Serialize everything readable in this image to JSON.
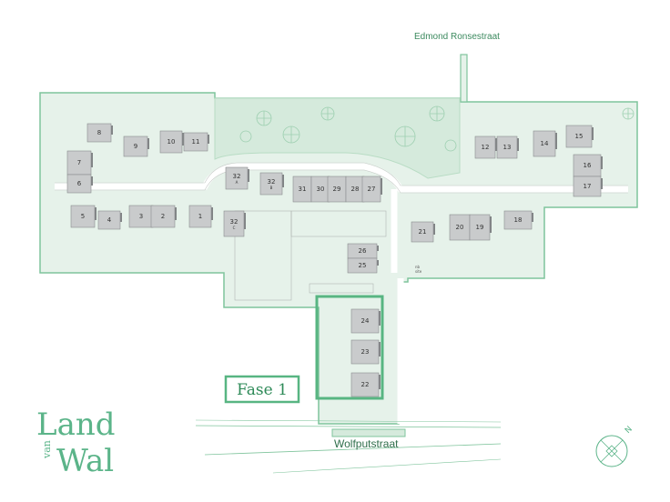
{
  "streets": {
    "north": "Edmond Ronsestraat",
    "south": "Wolfputstraat"
  },
  "phase": {
    "label": "Fase 1"
  },
  "logo": {
    "line1": "Land",
    "line2": "van",
    "line3": "Wal"
  },
  "compass": {
    "label": "N"
  },
  "plot_note": {
    "line1": "nb",
    "line2": "site"
  },
  "colors": {
    "site_fill": "#e6f2ea",
    "site_stroke": "#7fc49c",
    "park_fill": "#d5eadc",
    "house_fill": "#c9cbcc",
    "house_dark": "#808385",
    "phase_stroke": "#58b582",
    "logo": "#5bb489"
  },
  "lots": [
    {
      "label": "8",
      "sub": ""
    },
    {
      "label": "9",
      "sub": ""
    },
    {
      "label": "10",
      "sub": ""
    },
    {
      "label": "11",
      "sub": ""
    },
    {
      "label": "7",
      "sub": ""
    },
    {
      "label": "6",
      "sub": ""
    },
    {
      "label": "5",
      "sub": ""
    },
    {
      "label": "4",
      "sub": ""
    },
    {
      "label": "3",
      "sub": ""
    },
    {
      "label": "2",
      "sub": ""
    },
    {
      "label": "1",
      "sub": ""
    },
    {
      "label": "32",
      "sub": "A"
    },
    {
      "label": "32",
      "sub": "B"
    },
    {
      "label": "32",
      "sub": "C"
    },
    {
      "label": "31",
      "sub": ""
    },
    {
      "label": "30",
      "sub": ""
    },
    {
      "label": "29",
      "sub": ""
    },
    {
      "label": "28",
      "sub": ""
    },
    {
      "label": "27",
      "sub": ""
    },
    {
      "label": "26",
      "sub": ""
    },
    {
      "label": "25",
      "sub": ""
    },
    {
      "label": "24",
      "sub": ""
    },
    {
      "label": "23",
      "sub": ""
    },
    {
      "label": "22",
      "sub": ""
    },
    {
      "label": "12",
      "sub": ""
    },
    {
      "label": "13",
      "sub": ""
    },
    {
      "label": "14",
      "sub": ""
    },
    {
      "label": "15",
      "sub": ""
    },
    {
      "label": "16",
      "sub": ""
    },
    {
      "label": "17",
      "sub": ""
    },
    {
      "label": "21",
      "sub": ""
    },
    {
      "label": "20",
      "sub": ""
    },
    {
      "label": "19",
      "sub": ""
    },
    {
      "label": "18",
      "sub": ""
    }
  ]
}
